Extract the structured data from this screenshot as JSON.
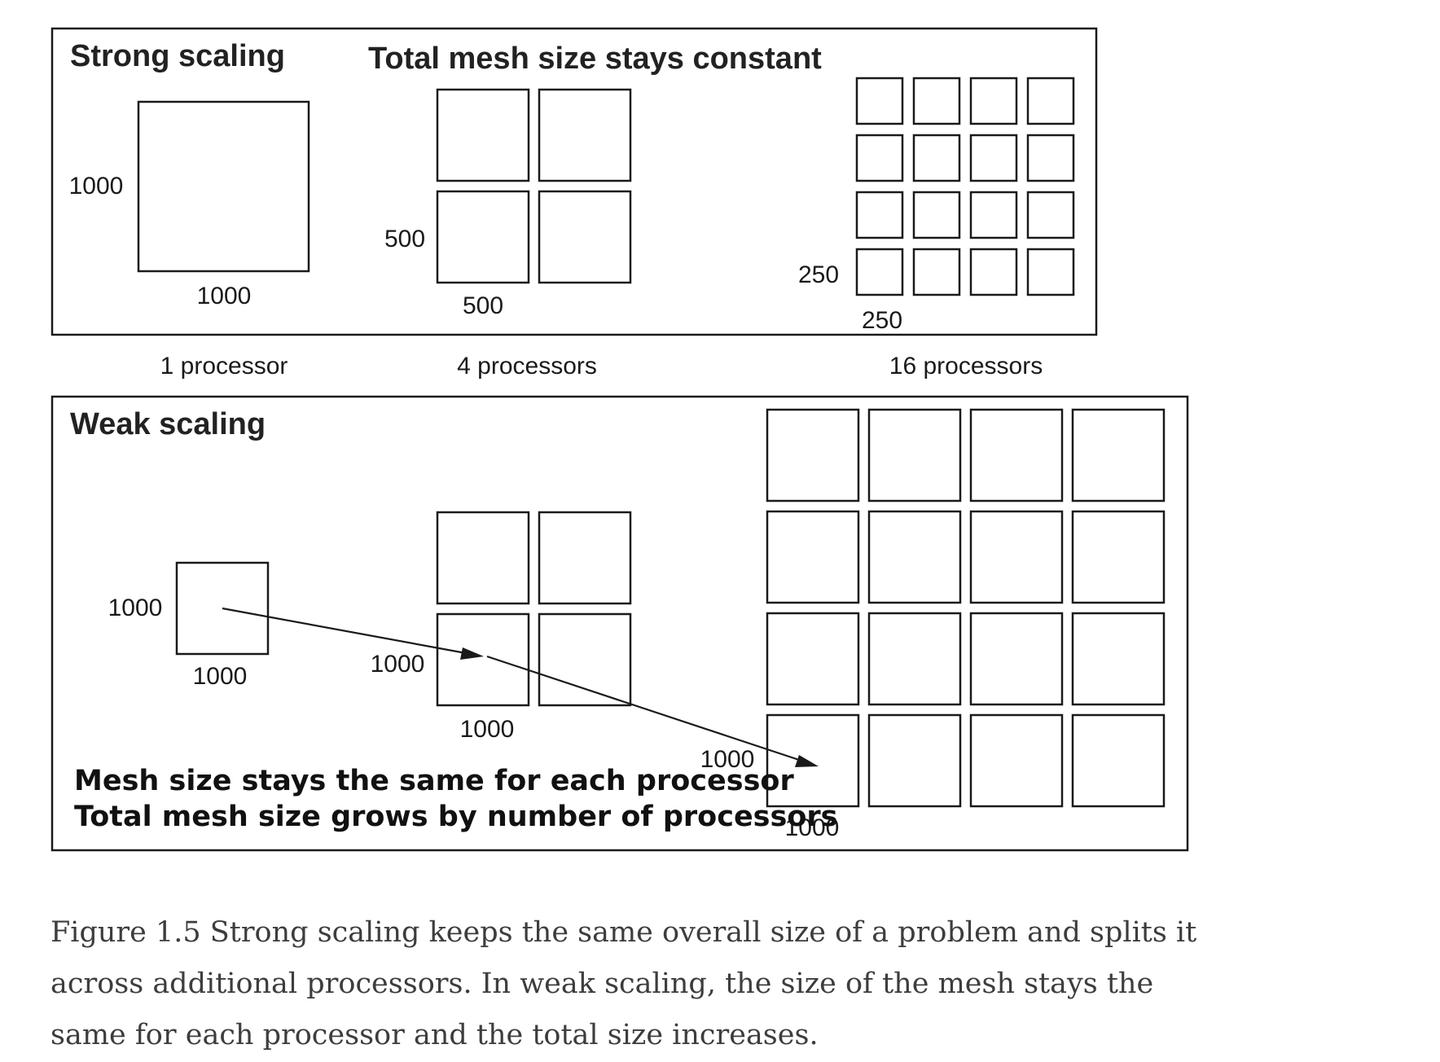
{
  "strong_scaling": {
    "title": "Strong scaling",
    "subtitle": "Total mesh size stays constant",
    "panels": [
      {
        "processors_label": "1 processor",
        "height_label": "1000",
        "width_label": "1000",
        "grid": "1x1"
      },
      {
        "processors_label": "4 processors",
        "height_label": "500",
        "width_label": "500",
        "grid": "2x2"
      },
      {
        "processors_label": "16 processors",
        "height_label": "250",
        "width_label": "250",
        "grid": "4x4"
      }
    ]
  },
  "weak_scaling": {
    "title": "Weak scaling",
    "panels": [
      {
        "height_label": "1000",
        "width_label": "1000",
        "grid": "1x1"
      },
      {
        "height_label": "1000",
        "width_label": "1000",
        "grid": "2x2"
      },
      {
        "height_label": "1000",
        "width_label": "1000",
        "grid": "4x4"
      }
    ],
    "note_line1": "Mesh size stays the same for each processor",
    "note_line2": "Total mesh size grows by number of processors"
  },
  "caption": "Figure 1.5 Strong scaling keeps the same overall size of a problem and splits it across additional processors. In weak scaling, the size of the mesh stays the same for each processor and the total size increases."
}
